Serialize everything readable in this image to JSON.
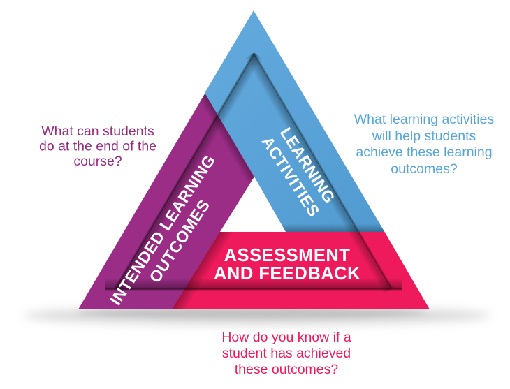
{
  "diagram": {
    "title": "Constructive alignment triangle",
    "colors": {
      "purple_bar": "#9b2d86",
      "purple_ridge_dark": "#6f1d60",
      "blue_bar": "#58a0d7",
      "blue_ridge_dark": "#3f7fb2",
      "pink_bar": "#ee1a5c",
      "pink_ridge_dark": "#b30d45",
      "purple_annotation_text": "#9b2b80",
      "blue_annotation_text": "#57a5dc",
      "pink_annotation_text": "#ee1a5b",
      "label_text": "#ffffff",
      "ground_shadow": "#b9b9b9"
    },
    "sides": {
      "intended_learning_outcomes": {
        "label_line1": "INTENDED LEARNING",
        "label_line2": "OUTCOMES",
        "annotation": {
          "lines": [
            "What can students",
            "do at the end of the",
            "course?"
          ]
        }
      },
      "learning_activities": {
        "label_line1": "LEARNING",
        "label_line2": "ACTIVITIES",
        "annotation": {
          "lines": [
            "What learning activities",
            "will help students",
            "achieve these learning",
            "outcomes?"
          ]
        }
      },
      "assessment_and_feedback": {
        "label_line1": "ASSESSMENT",
        "label_line2": "AND FEEDBACK",
        "annotation": {
          "lines": [
            "How do you know if a",
            "student has achieved",
            "these outcomes?"
          ]
        }
      }
    }
  }
}
